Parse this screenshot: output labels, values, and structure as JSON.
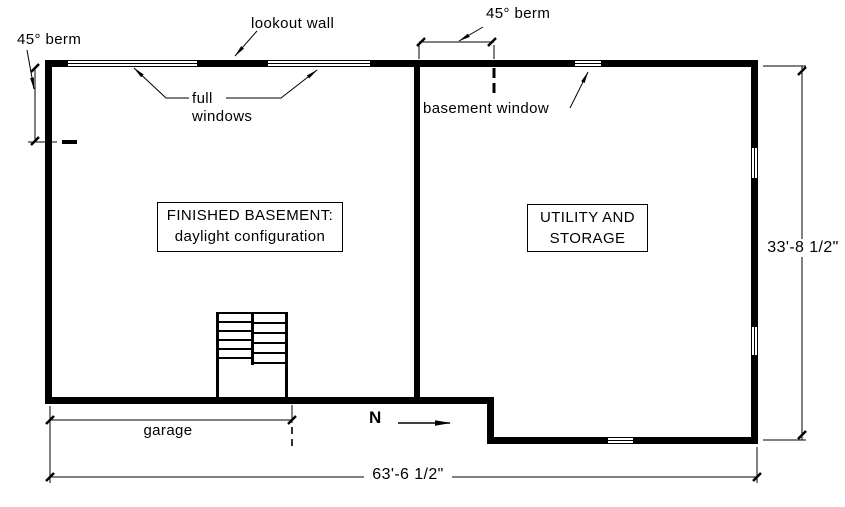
{
  "colors": {
    "line": "#000000",
    "background": "#ffffff"
  },
  "labels": {
    "berm_left": "45° berm",
    "berm_right": "45° berm",
    "lookout_wall": "lookout wall",
    "full_windows_line1": "full",
    "full_windows_line2": "windows",
    "basement_window": "basement window",
    "garage": "garage",
    "north": "N"
  },
  "rooms": {
    "finished_basement": {
      "line1": "FINISHED BASEMENT:",
      "line2": "daylight configuration"
    },
    "utility_storage": {
      "line1": "UTILITY AND",
      "line2": "STORAGE"
    }
  },
  "dimensions": {
    "overall_width": "63'-6 1/2\"",
    "overall_height": "33'-8 1/2\""
  }
}
